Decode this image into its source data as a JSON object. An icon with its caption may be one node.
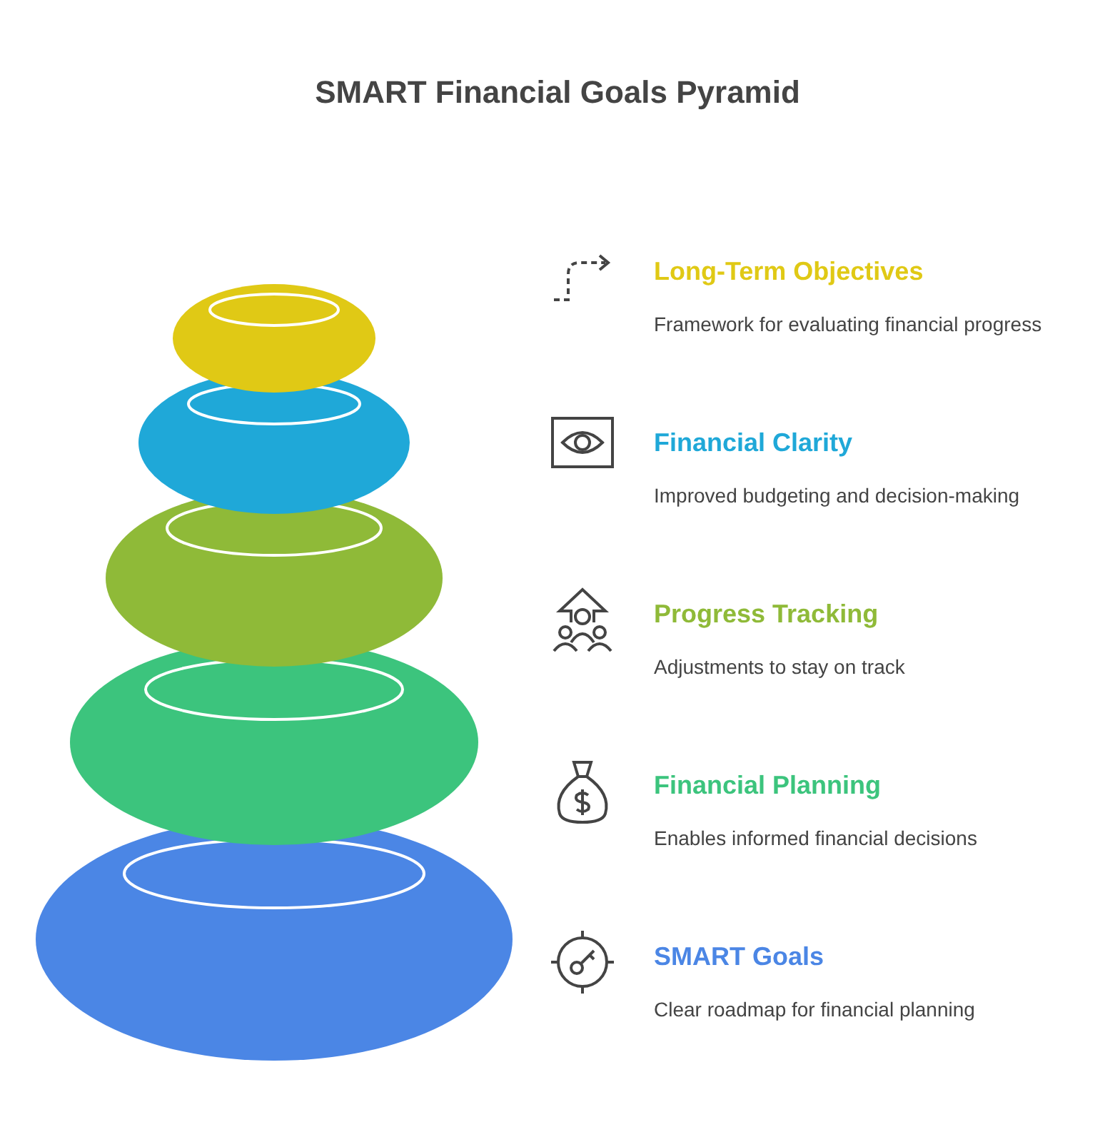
{
  "diagram": {
    "title": "SMART Financial Goals Pyramid",
    "nodes": [
      {
        "text": [],
        "shape": "ring",
        "beside": [
          "Long-Term Objectives",
          "Framework for evaluating financial progress"
        ]
      },
      {
        "text": [],
        "shape": "ring",
        "beside": [
          "Financial Clarity",
          "Improved budgeting and decision-making"
        ]
      },
      {
        "text": [],
        "shape": "ring",
        "beside": [
          "Progress Tracking",
          "Adjustments to stay on track"
        ]
      },
      {
        "text": [],
        "shape": "ring",
        "beside": [
          "Financial Planning",
          "Enables informed financial decisions"
        ]
      },
      {
        "text": [],
        "shape": "ring",
        "beside": [
          "SMART Goals",
          "Clear roadmap for financial planning"
        ]
      }
    ],
    "edges": []
  }
}
